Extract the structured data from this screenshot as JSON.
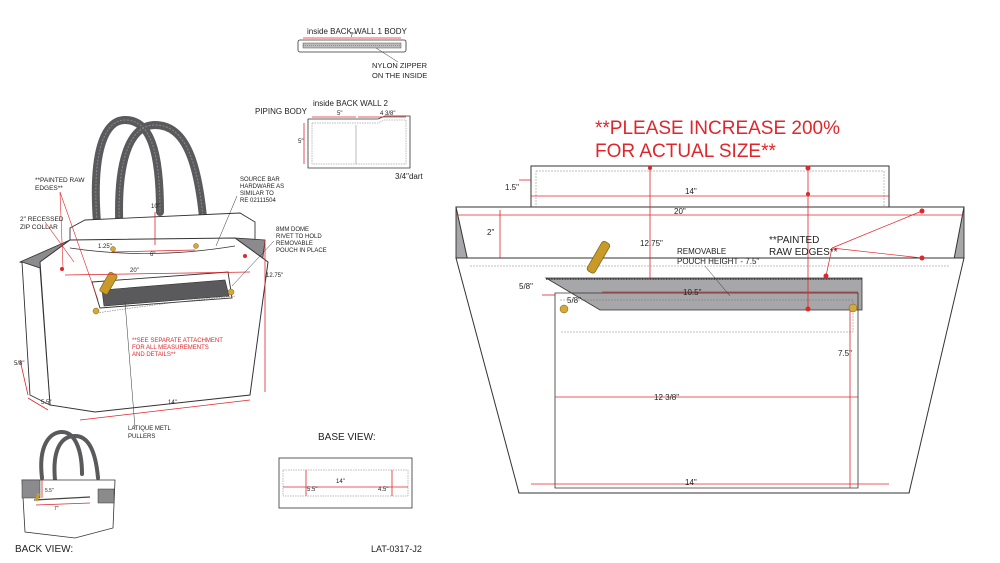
{
  "top_zip_panel": {
    "title": "inside BACK WALL 1  BODY",
    "dim_7": "7\"",
    "note_line1": "NYLON ZIPPER",
    "note_line2": "ON THE INSIDE"
  },
  "piping_panel": {
    "piping_label": "PIPING BODY",
    "title": "inside BACK WALL 2",
    "dim_5_top": "5\"",
    "dim_4_38": "4 3/8\"",
    "dim_5_side": "5\"",
    "dart": "3/4\"dart"
  },
  "front_bag": {
    "painted_raw_line1": "**PAINTED RAW",
    "painted_raw_line2": "EDGES**",
    "recessed_line1": "2\" RECESSED",
    "recessed_line2": "ZIP COLLAR",
    "source_line1": "SOURCE BAR",
    "source_line2": "HARDWARE AS",
    "source_line3": "SIMILAR TO",
    "source_line4": "RE 02111504",
    "dome_line1": "8MM DOME",
    "dome_line2": "RIVET TO HOLD",
    "dome_line3": "REMOVABLE",
    "dome_line4": "POUCH IN PLACE",
    "dim_10": "10\"",
    "dim_125": "1.25\"",
    "dim_6": "6\"",
    "dim_20": "20\"",
    "dim_1275": "12.75\"",
    "dim_58": "5/8\"",
    "dim_55": "5.5\"",
    "dim_14": "14\"",
    "see_line1": "**SEE SEPARATE ATTACHMENT",
    "see_line2": "FOR ALL MEASUREMENTS",
    "see_line3": "AND DETAILS**",
    "latique_line1": "LATIQUE METL",
    "latique_line2": "PULLERS"
  },
  "back_view": {
    "label": "BACK VIEW:",
    "dim_55": "5.5\"",
    "dim_7": "7\""
  },
  "base_view": {
    "label": "BASE VIEW:",
    "dim_14": "14\"",
    "dim_55": "5.5\"",
    "dim_45": "4.5\""
  },
  "style_code": "LAT-0317-J2",
  "main_drawing": {
    "increase_line1": "**PLEASE INCREASE 200%",
    "increase_line2": "FOR ACTUAL SIZE**",
    "dim_15": "1.5\"",
    "dim_14_top": "14\"",
    "dim_20": "20\"",
    "dim_2": "2\"",
    "dim_1275": "12.75\"",
    "pouch_line1": "REMOVABLE",
    "pouch_line2": "POUCH HEIGHT - 7.5\"",
    "painted_line1": "**PAINTED",
    "painted_line2": "RAW EDGES**",
    "dim_58_a": "5/8\"",
    "dim_58_b": "5/8\"",
    "dim_105": "10.5\"",
    "dim_75": "7.5\"",
    "dim_12_38": "12 3/8\"",
    "dim_14_bottom": "14\""
  },
  "colors": {
    "annotation_red": "#e0262b",
    "panel_gray": "#a7a7a9",
    "dark_gray": "#5a5a5c",
    "outline": "#333333"
  }
}
